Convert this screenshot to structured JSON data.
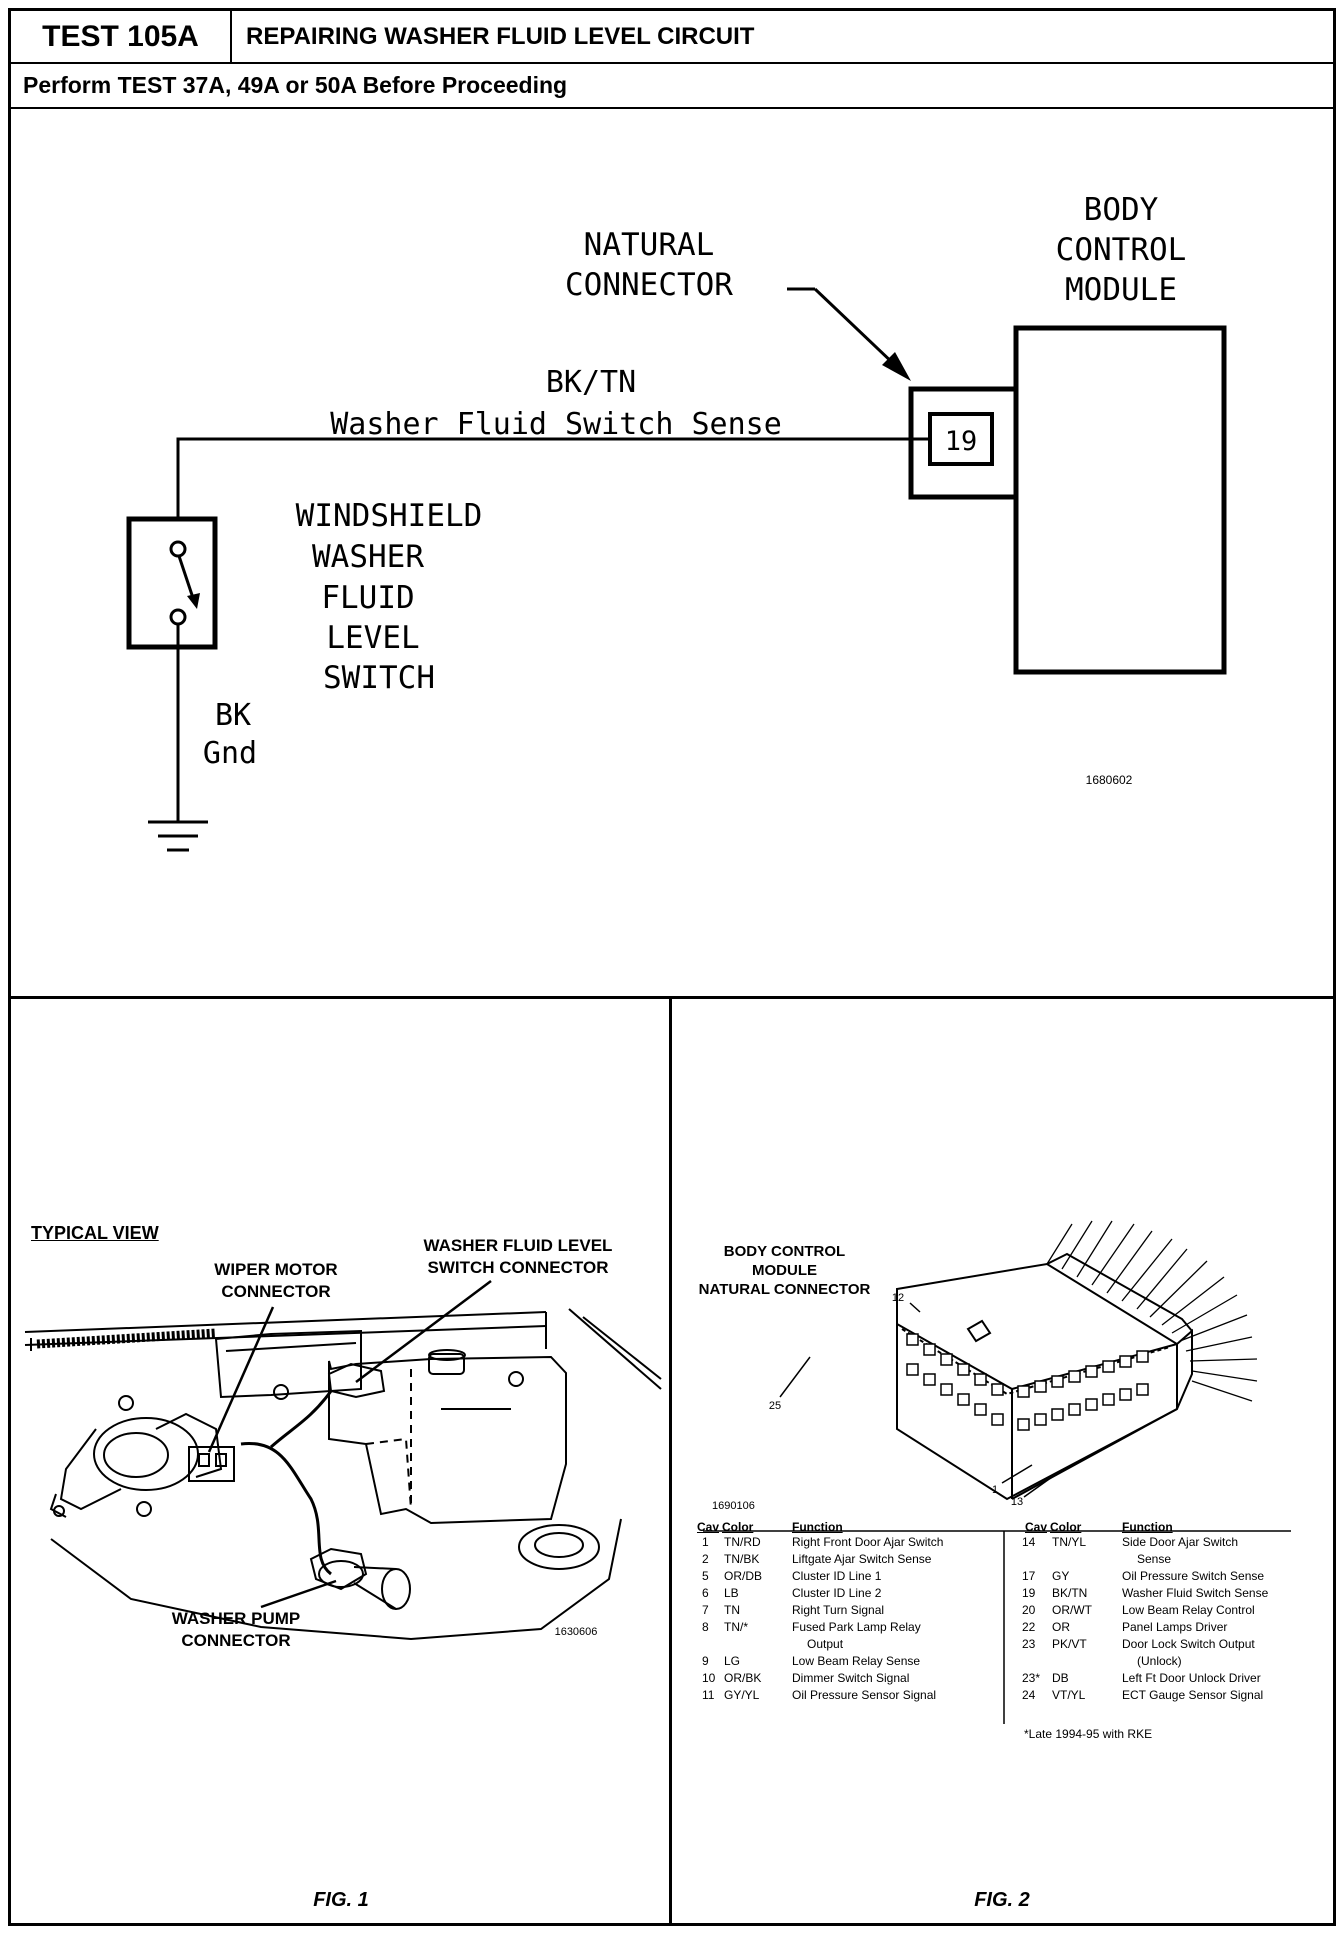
{
  "header": {
    "test_id": "TEST 105A",
    "title": "REPAIRING WASHER FLUID LEVEL CIRCUIT",
    "prerequisite": "Perform TEST 37A, 49A or 50A Before Proceeding"
  },
  "schematic": {
    "module_label": [
      "BODY",
      "CONTROL",
      "MODULE"
    ],
    "connector_label": [
      "NATURAL",
      "CONNECTOR"
    ],
    "wire_color": "BK/TN",
    "wire_function": "Washer Fluid Switch Sense",
    "cavity": "19",
    "switch_label": [
      "WINDSHIELD",
      "WASHER",
      "FLUID",
      "LEVEL",
      "SWITCH"
    ],
    "ground_color": "BK",
    "ground_label": "Gnd",
    "figure_code": "1680602"
  },
  "fig1": {
    "view_label": "TYPICAL VIEW",
    "wiper_motor_label": [
      "WIPER MOTOR",
      "CONNECTOR"
    ],
    "level_switch_label": [
      "WASHER FLUID LEVEL",
      "SWITCH CONNECTOR"
    ],
    "pump_label": [
      "WASHER PUMP",
      "CONNECTOR"
    ],
    "figure_code": "1630606",
    "caption": "FIG. 1"
  },
  "fig2": {
    "title": [
      "BODY CONTROL",
      "MODULE",
      "NATURAL CONNECTOR"
    ],
    "callouts": [
      "12",
      "25",
      "1",
      "13"
    ],
    "figure_code": "1690106",
    "table_headers": {
      "cav": "Cav",
      "color": "Color",
      "function": "Function"
    },
    "left_rows": [
      {
        "cav": "1",
        "color": "TN/RD",
        "function": "Right Front Door Ajar Switch"
      },
      {
        "cav": "2",
        "color": "TN/BK",
        "function": "Liftgate Ajar Switch Sense"
      },
      {
        "cav": "5",
        "color": "OR/DB",
        "function": "Cluster ID Line 1"
      },
      {
        "cav": "6",
        "color": "LB",
        "function": "Cluster ID Line 2"
      },
      {
        "cav": "7",
        "color": "TN",
        "function": "Right Turn Signal"
      },
      {
        "cav": "8",
        "color": "TN/*",
        "function": "Fused Park Lamp Relay",
        "cont": "Output"
      },
      {
        "cav": "9",
        "color": "LG",
        "function": "Low Beam Relay Sense"
      },
      {
        "cav": "10",
        "color": "OR/BK",
        "function": "Dimmer Switch Signal"
      },
      {
        "cav": "11",
        "color": "GY/YL",
        "function": "Oil Pressure Sensor Signal"
      }
    ],
    "right_rows": [
      {
        "cav": "14",
        "color": "TN/YL",
        "function": "Side Door Ajar Switch",
        "cont": "Sense"
      },
      {
        "cav": "17",
        "color": "GY",
        "function": "Oil Pressure Switch Sense"
      },
      {
        "cav": "19",
        "color": "BK/TN",
        "function": "Washer Fluid Switch Sense"
      },
      {
        "cav": "20",
        "color": "OR/WT",
        "function": "Low Beam Relay Control"
      },
      {
        "cav": "22",
        "color": "OR",
        "function": "Panel Lamps Driver"
      },
      {
        "cav": "23",
        "color": "PK/VT",
        "function": "Door Lock Switch Output",
        "cont": "(Unlock)"
      },
      {
        "cav": "23*",
        "color": "DB",
        "function": "Left Ft Door Unlock Driver"
      },
      {
        "cav": "24",
        "color": "VT/YL",
        "function": "ECT Gauge Sensor Signal"
      }
    ],
    "footnote": "*Late 1994-95 with RKE",
    "caption": "FIG. 2"
  }
}
